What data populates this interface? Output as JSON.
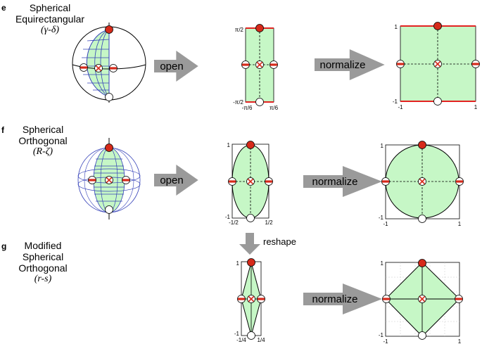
{
  "colors": {
    "fill": "#c6f7c6",
    "red_edge": "#e32222",
    "pole_red": "#d62a1a",
    "mesh": "#3440b8",
    "arrow": "#9a9a9a",
    "grid": "#c8c8c8"
  },
  "panels": {
    "e": {
      "letter": "e",
      "title_lines": [
        "Spherical",
        "Equirectangular"
      ],
      "symbol": "(γ-δ)",
      "arrow1": "open",
      "arrow2": "normalize",
      "ticks_open": {
        "top": "π/2",
        "bottom": "-π/2",
        "left": "-π/6",
        "right": "π/6"
      },
      "ticks_norm": {
        "top": "1",
        "bottom_y": "-1",
        "left": "-1",
        "right": "1"
      }
    },
    "f": {
      "letter": "f",
      "title_lines": [
        "Spherical",
        "Orthogonal"
      ],
      "symbol": "(R-ζ)",
      "arrow1": "open",
      "arrow2": "normalize",
      "ticks_open": {
        "top": "1",
        "bottom": "-1",
        "left": "-1/2",
        "right": "1/2"
      },
      "ticks_norm": {
        "top": "1",
        "bottom_y": "-1",
        "left": "-1",
        "right": "1"
      }
    },
    "g": {
      "letter": "g",
      "title_lines": [
        "Modified",
        "Spherical",
        "Orthogonal"
      ],
      "symbol": "(r-s)",
      "reshape": "reshape",
      "arrow2": "normalize",
      "ticks_open": {
        "top": "1",
        "bottom": "-1",
        "left": "-1/4",
        "right": "1/4"
      },
      "ticks_norm": {
        "top": "1",
        "bottom_y": "-1",
        "left": "-1",
        "right": "1"
      }
    }
  }
}
